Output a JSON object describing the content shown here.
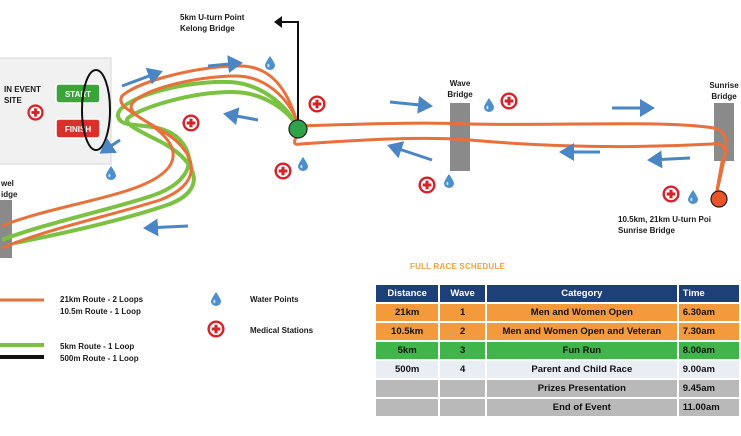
{
  "colors": {
    "route_21km": "#e8703a",
    "route_5km": "#7cc242",
    "route_500m": "#111111",
    "start_green": "#3aa33a",
    "finish_red": "#d9302b",
    "arrow_blue": "#4a86c5",
    "medical_red": "#d6232a",
    "water_blue": "#4d8fcc",
    "uturn_green": "#2fa34a",
    "uturn_orange": "#e8552a",
    "header_navy": "#1f3f79",
    "row_orange": "#f39a3d",
    "row_green": "#3fb54a",
    "row_light": "#e8eef4",
    "row_grey": "#b9b9b9",
    "schedule_title": "#f2a33a"
  },
  "map": {
    "event_site_label_line1": "IN EVENT",
    "event_site_label_line2": "SITE",
    "start_label": "START",
    "finish_label": "FINISH",
    "kelong_label_line1": "5km U-turn Point",
    "kelong_label_line2": "Kelong Bridge",
    "wave_bridge_line1": "Wave",
    "wave_bridge_line2": "Bridge",
    "sunrise_bridge_line1": "Sunrise",
    "sunrise_bridge_line2": "Bridge",
    "sunrise_uturn_line1": "10.5km, 21km U-turn Poi",
    "sunrise_uturn_line2": "Sunrise Bridge",
    "left_bridge_line1": "wel",
    "left_bridge_line2": "idge",
    "icons": [
      "water-drop-icon",
      "medical-cross-icon",
      "flow-arrow-icon",
      "bridge-icon"
    ]
  },
  "legend": {
    "route_21km": "21km Route - 2 Loops",
    "route_10_5km": "10.5m Route - 1 Loop",
    "route_5km": "5km Route - 1 Loop",
    "route_500m": "500m Route - 1 Loop",
    "water_points": "Water Points",
    "medical_stations": "Medical Stations"
  },
  "schedule": {
    "title": "FULL RACE SCHEDULE",
    "headers": [
      "Distance",
      "Wave",
      "Category",
      "Time"
    ],
    "rows": [
      {
        "distance": "21km",
        "wave": "1",
        "category": "Men and Women Open",
        "time": "6.30am",
        "style": "orange"
      },
      {
        "distance": "10.5km",
        "wave": "2",
        "category": "Men and Women Open and Veteran",
        "time": "7.30am",
        "style": "orange"
      },
      {
        "distance": "5km",
        "wave": "3",
        "category": "Fun Run",
        "time": "8.00am",
        "style": "green"
      },
      {
        "distance": "500m",
        "wave": "4",
        "category": "Parent and Child Race",
        "time": "9.00am",
        "style": "light"
      },
      {
        "distance": "",
        "wave": "",
        "category": "Prizes Presentation",
        "time": "9.45am",
        "style": "grey"
      },
      {
        "distance": "",
        "wave": "",
        "category": "End of Event",
        "time": "11.00am",
        "style": "grey"
      }
    ]
  }
}
